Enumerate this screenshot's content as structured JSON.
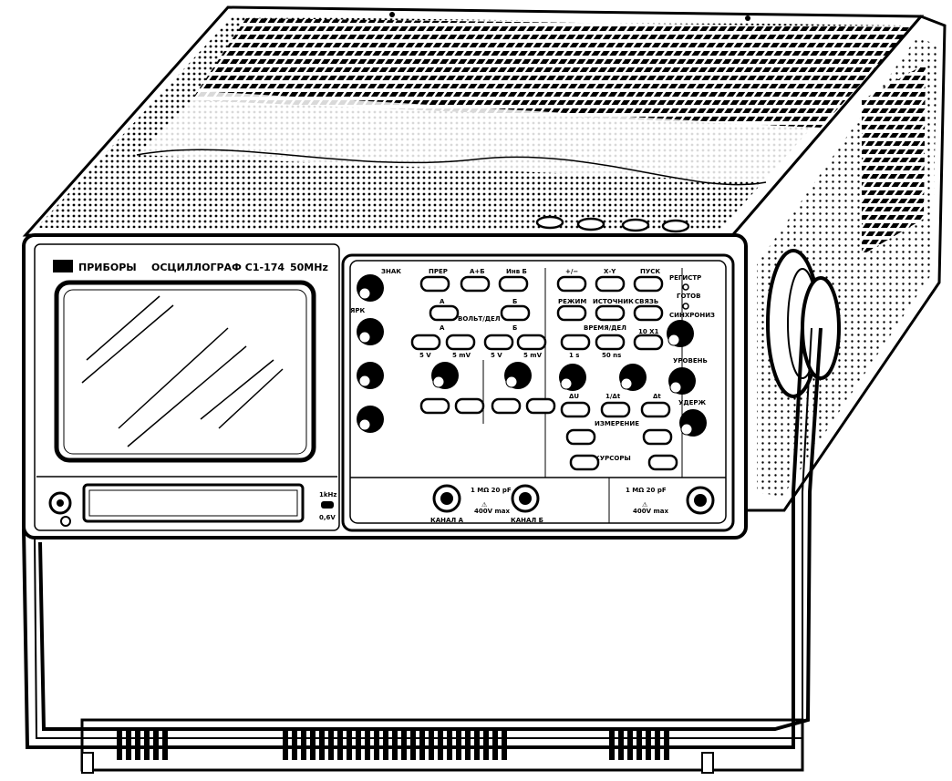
{
  "brand": "ПРИБОРЫ",
  "model_title": "ОСЦИЛЛОГРАФ С1-174",
  "bandwidth": "50MHz",
  "cal_label_top": "1kHz",
  "cal_label_bottom": "0,6V",
  "left_knobs": {
    "k1_top": "ЗНАК",
    "k1_side": "ЯРК"
  },
  "row1_buttons": [
    "ПРЕР",
    "А+Б",
    "Инв Б"
  ],
  "ch_labels": {
    "a": "А",
    "b": "Б",
    "mid": "ВОЛЬТ/ДЕЛ"
  },
  "volt_a": [
    "5 V",
    "5 mV"
  ],
  "volt_b": [
    "5 V",
    "5 mV"
  ],
  "right_row1": [
    "+/−",
    "Х-Y",
    "ПУСК"
  ],
  "right_row2": [
    "РЕЖИМ",
    "ИСТОЧНИК",
    "СВЯЗЬ"
  ],
  "status_labels": {
    "reg": "РЕГИСТР",
    "ready": "ГОТОВ",
    "sync": "СИНХРОНИЗ"
  },
  "time_section": {
    "label": "ВРЕМЯ/ДЕЛ",
    "btn1": "1 s",
    "btn2": "50 ns",
    "btn3": "10 X1"
  },
  "trigger_labels": {
    "level": "УРОВЕНЬ",
    "hold": "УДЕРЖ"
  },
  "cursor_labels": {
    "measure": "ИЗМЕРЕНИЕ",
    "cursors": "КУРСОРЫ",
    "dt": "Δt",
    "dv": "ΔU",
    "inv": "1/Δt"
  },
  "inputs": {
    "spec": "1 MΩ 20 pF",
    "vmax": "400V max",
    "ch_a": "КАНАЛ А",
    "ch_b": "КАНАЛ Б"
  }
}
